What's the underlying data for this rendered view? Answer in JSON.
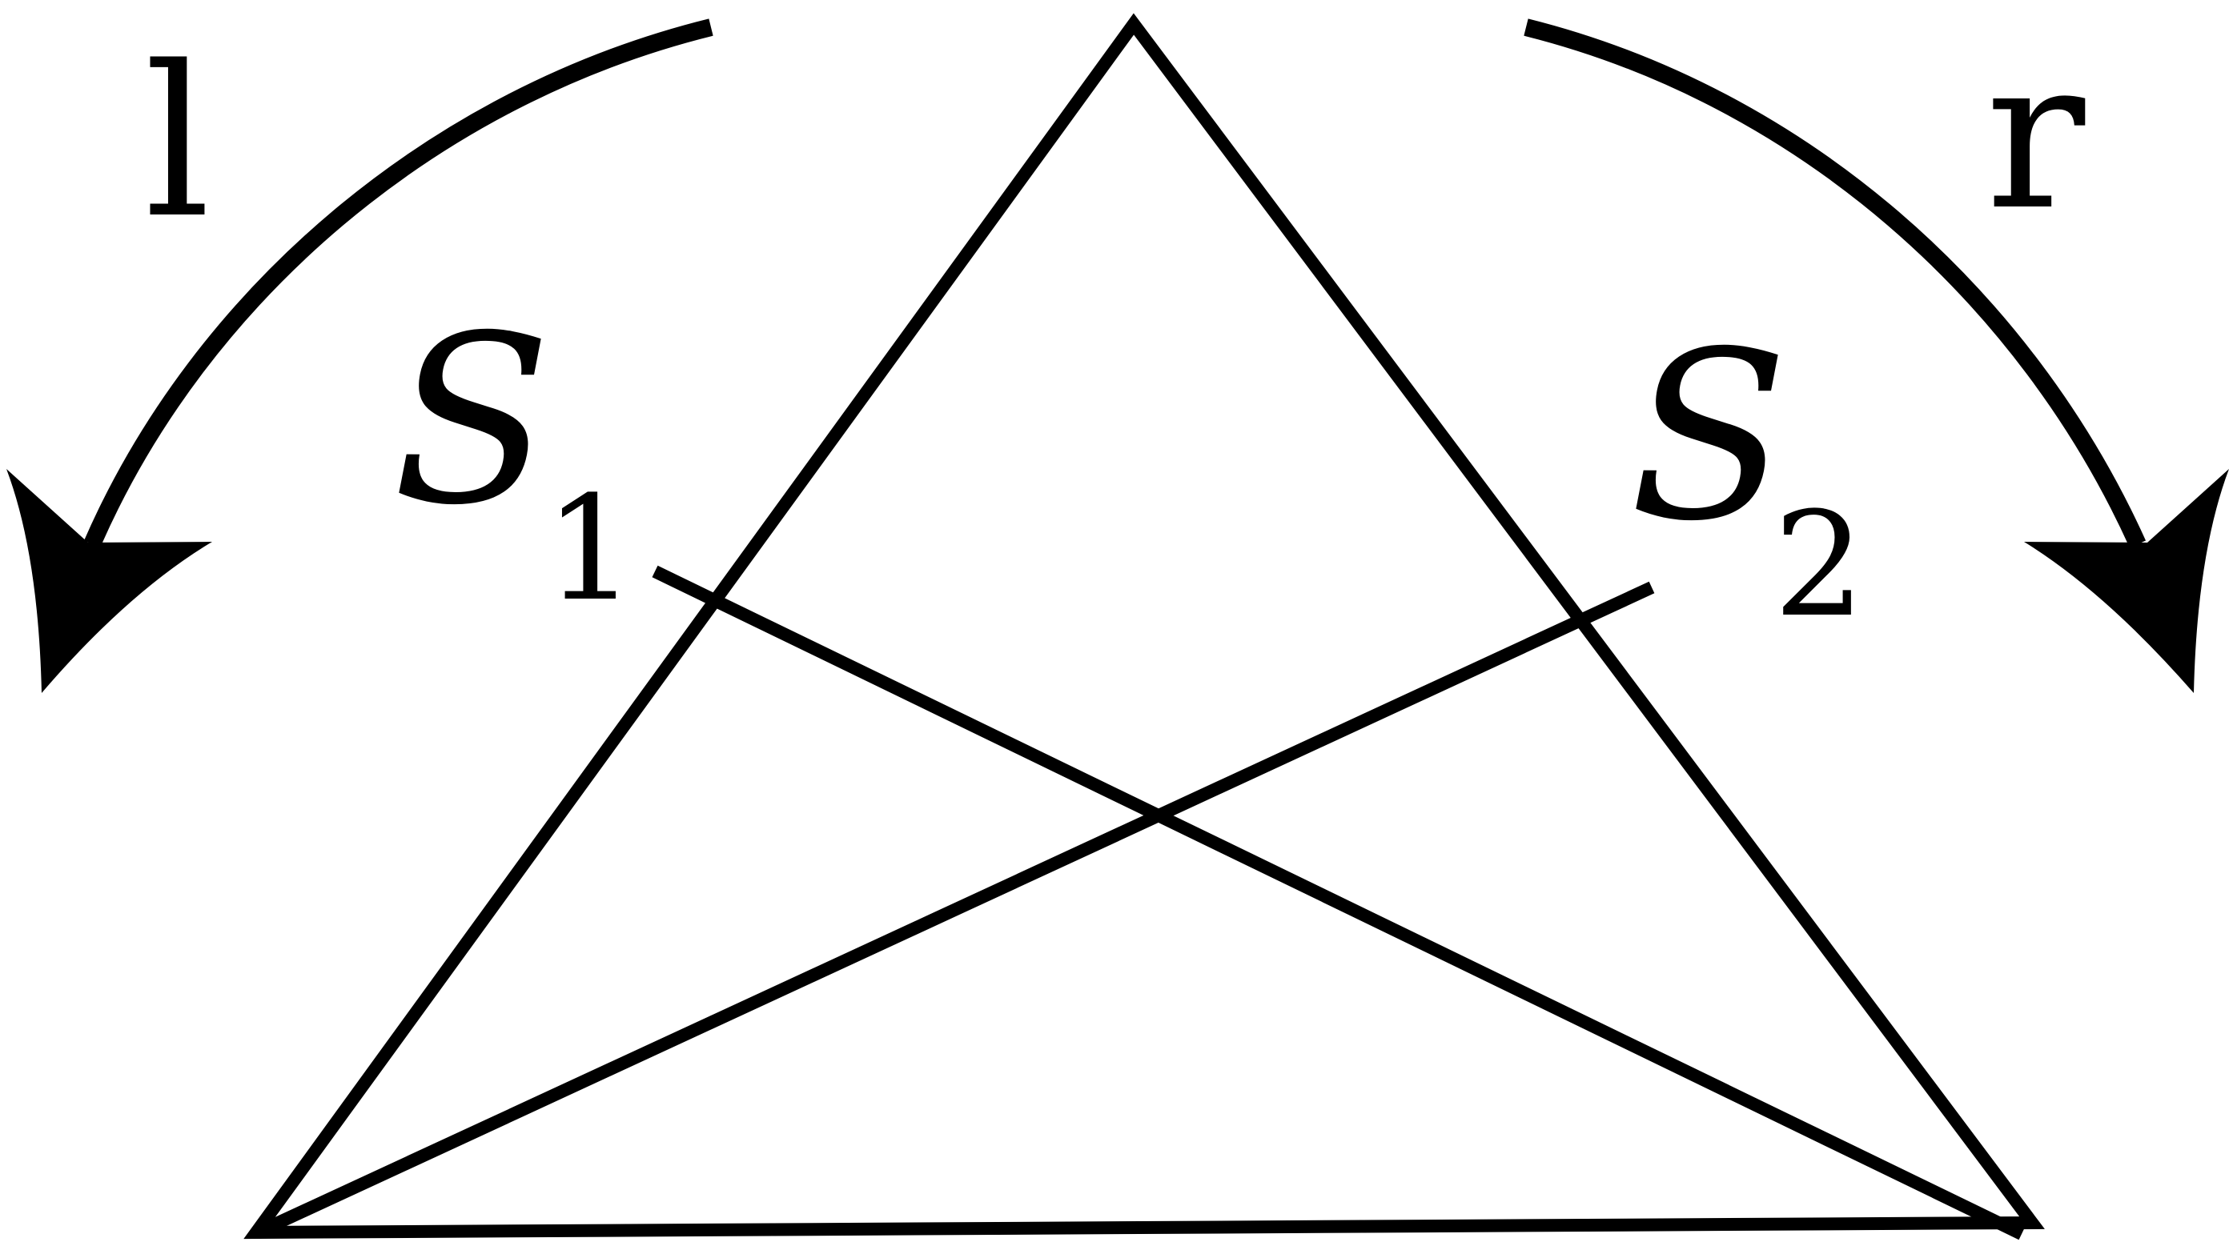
{
  "labels": {
    "left_rotation": "l",
    "right_rotation": "r",
    "s1": {
      "main": "S",
      "sub": "1"
    },
    "s2": {
      "main": "S",
      "sub": "2"
    }
  },
  "colors": {
    "stroke": "#000000",
    "background": "#ffffff"
  }
}
